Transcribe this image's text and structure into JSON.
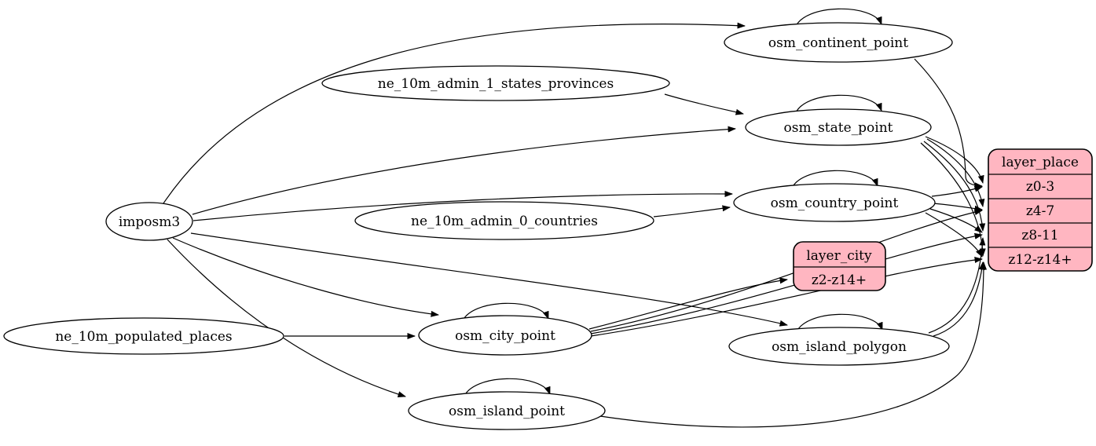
{
  "diagram": {
    "type": "etl-graph",
    "background": "#ffffff",
    "edge_color": "#000000",
    "table_fill": "#ffffff",
    "layer_fill": "#ffb6c1",
    "nodes": {
      "imposm3": {
        "label": "imposm3",
        "shape": "ellipse"
      },
      "ne_10m_admin_1_states_provinces": {
        "label": "ne_10m_admin_1_states_provinces",
        "shape": "ellipse"
      },
      "ne_10m_admin_0_countries": {
        "label": "ne_10m_admin_0_countries",
        "shape": "ellipse"
      },
      "ne_10m_populated_places": {
        "label": "ne_10m_populated_places",
        "shape": "ellipse"
      },
      "osm_continent_point": {
        "label": "osm_continent_point",
        "shape": "ellipse"
      },
      "osm_state_point": {
        "label": "osm_state_point",
        "shape": "ellipse"
      },
      "osm_country_point": {
        "label": "osm_country_point",
        "shape": "ellipse"
      },
      "osm_city_point": {
        "label": "osm_city_point",
        "shape": "ellipse"
      },
      "osm_island_polygon": {
        "label": "osm_island_polygon",
        "shape": "ellipse"
      },
      "osm_island_point": {
        "label": "osm_island_point",
        "shape": "ellipse"
      },
      "layer_city": {
        "label": "layer_city",
        "rows": [
          "z2-z14+"
        ]
      },
      "layer_place": {
        "label": "layer_place",
        "rows": [
          "z0-3",
          "z4-7",
          "z8-11",
          "z12-z14+"
        ]
      }
    },
    "edges": [
      {
        "from": "imposm3",
        "to": "osm_continent_point"
      },
      {
        "from": "imposm3",
        "to": "osm_state_point"
      },
      {
        "from": "imposm3",
        "to": "osm_country_point"
      },
      {
        "from": "imposm3",
        "to": "osm_city_point"
      },
      {
        "from": "imposm3",
        "to": "osm_island_point"
      },
      {
        "from": "imposm3",
        "to": "osm_island_polygon"
      },
      {
        "from": "ne_10m_admin_1_states_provinces",
        "to": "osm_state_point"
      },
      {
        "from": "ne_10m_admin_0_countries",
        "to": "osm_country_point"
      },
      {
        "from": "ne_10m_populated_places",
        "to": "osm_city_point"
      },
      {
        "from": "osm_continent_point",
        "to": "osm_continent_point",
        "self_loop": true
      },
      {
        "from": "osm_state_point",
        "to": "osm_state_point",
        "self_loop": true
      },
      {
        "from": "osm_country_point",
        "to": "osm_country_point",
        "self_loop": true
      },
      {
        "from": "osm_city_point",
        "to": "osm_city_point",
        "self_loop": true
      },
      {
        "from": "osm_island_polygon",
        "to": "osm_island_polygon",
        "self_loop": true
      },
      {
        "from": "osm_island_point",
        "to": "osm_island_point",
        "self_loop": true
      },
      {
        "from": "osm_continent_point",
        "to": "layer_place",
        "port": "z0-3"
      },
      {
        "from": "osm_state_point",
        "to": "layer_place",
        "port": "z0-3"
      },
      {
        "from": "osm_state_point",
        "to": "layer_place",
        "port": "z4-7"
      },
      {
        "from": "osm_state_point",
        "to": "layer_place",
        "port": "z8-11"
      },
      {
        "from": "osm_state_point",
        "to": "layer_place",
        "port": "z12-z14+"
      },
      {
        "from": "osm_country_point",
        "to": "layer_place",
        "port": "z0-3"
      },
      {
        "from": "osm_country_point",
        "to": "layer_place",
        "port": "z4-7"
      },
      {
        "from": "osm_country_point",
        "to": "layer_place",
        "port": "z8-11"
      },
      {
        "from": "osm_country_point",
        "to": "layer_place",
        "port": "z12-z14+"
      },
      {
        "from": "osm_city_point",
        "to": "layer_city",
        "port": "z2-z14+"
      },
      {
        "from": "osm_city_point",
        "to": "layer_place",
        "port": "z4-7"
      },
      {
        "from": "osm_city_point",
        "to": "layer_place",
        "port": "z8-11"
      },
      {
        "from": "osm_city_point",
        "to": "layer_place",
        "port": "z12-z14+"
      },
      {
        "from": "osm_island_polygon",
        "to": "layer_place",
        "port": "z8-11"
      },
      {
        "from": "osm_island_polygon",
        "to": "layer_place",
        "port": "z12-z14+"
      },
      {
        "from": "osm_island_point",
        "to": "layer_place",
        "port": "z12-z14+"
      }
    ]
  }
}
